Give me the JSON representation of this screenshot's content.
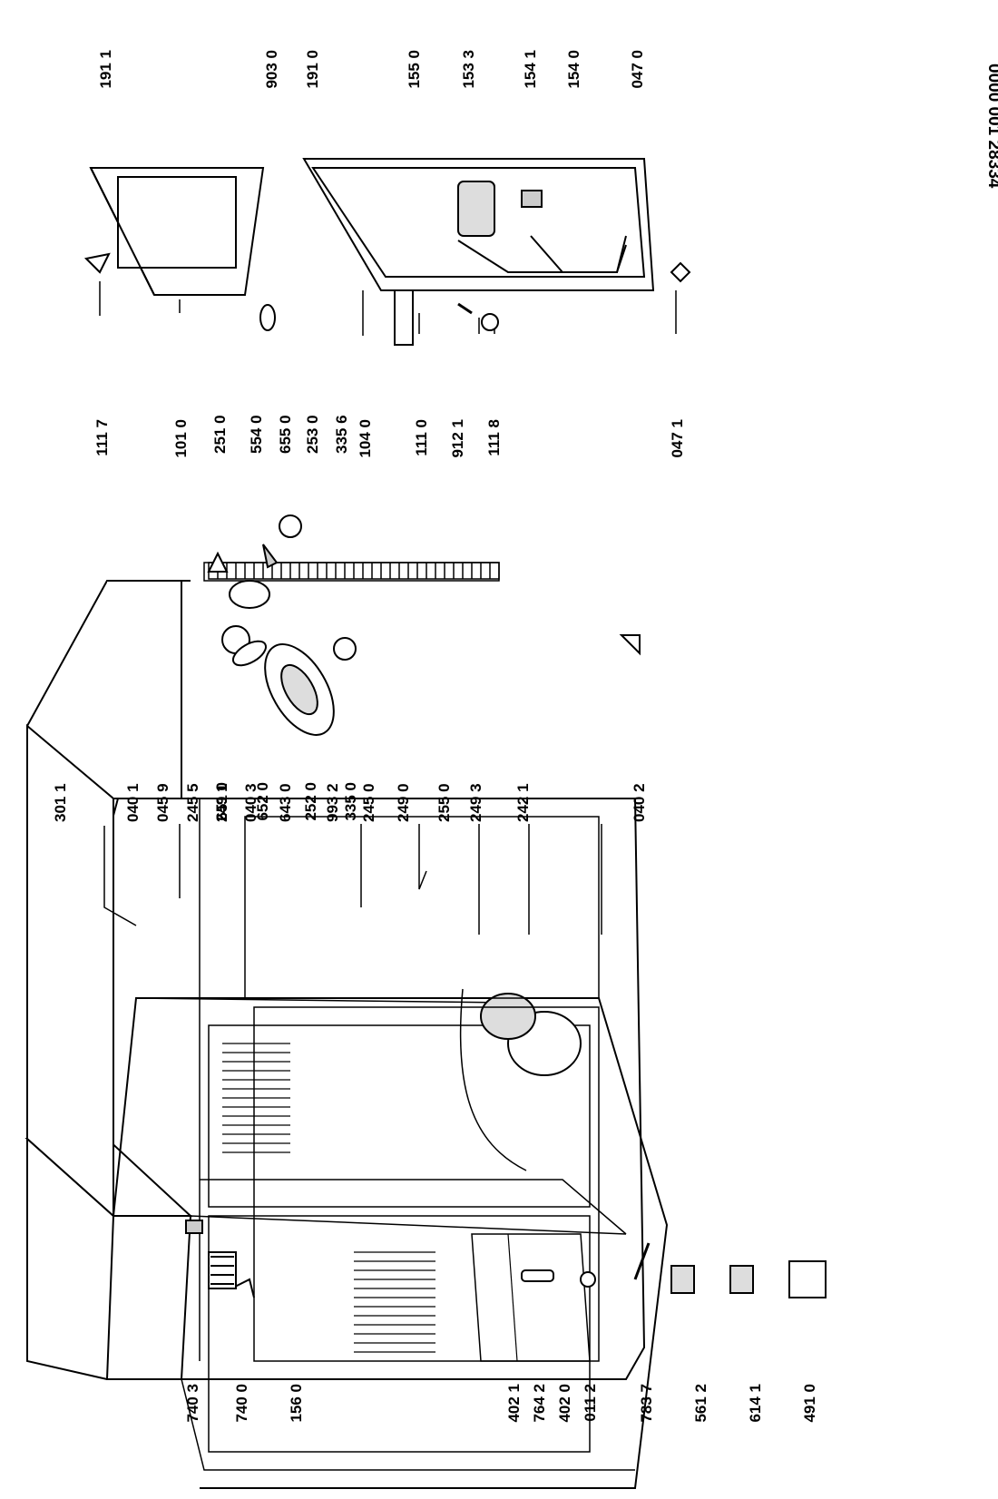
{
  "doc_code": "0000 001 28334",
  "labels": {
    "l3011": "301 1",
    "l0401": "040 1",
    "l0459": "045 9",
    "l2455": "245 5",
    "l2491": "249 1",
    "l0403": "040 3",
    "l6430": "643 0",
    "l9932": "993 2",
    "l2450": "245 0",
    "l2490": "249 0",
    "l2550": "255 0",
    "l2493": "249 3",
    "l2421": "242 1",
    "l0402": "040 2",
    "l7403": "740 3",
    "l7400": "740 0",
    "l1560": "156 0",
    "l4021": "402 1",
    "l7642": "764 2",
    "l4020": "402 0",
    "l0112": "011 2",
    "l7837": "783 7",
    "l5612": "561 2",
    "l6141": "614 1",
    "l4910": "491 0",
    "l6510": "651 0",
    "l6520": "652 0",
    "l2520": "252 0",
    "l3350": "335 0",
    "l2510": "251 0",
    "l5540": "554 0",
    "l6550": "655 0",
    "l2530": "253 0",
    "l3356": "335 6",
    "l1117": "111 7",
    "l1010": "101 0",
    "l1040": "104 0",
    "l1110": "111 0",
    "l9121": "912 1",
    "l1118": "111 8",
    "l0471": "047 1",
    "l1911": "191 1",
    "l9030": "903 0",
    "l1910": "191 0",
    "l1550": "155 0",
    "l1533": "153 3",
    "l1541": "154 1",
    "l1540": "154 0",
    "l0470": "047 0"
  }
}
